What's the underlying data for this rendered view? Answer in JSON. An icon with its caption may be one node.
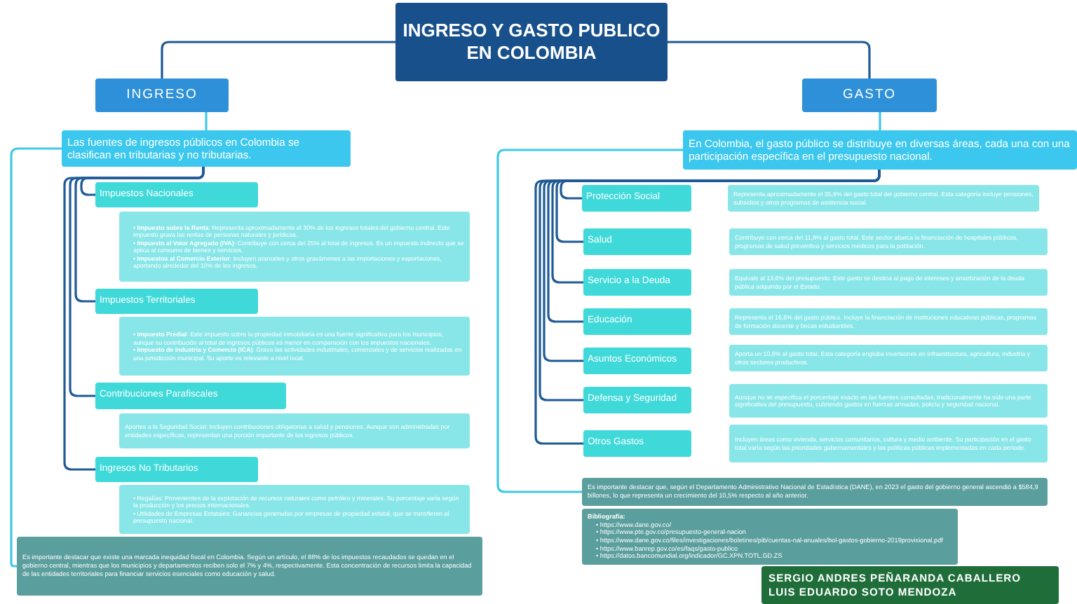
{
  "diagram": {
    "nodes": [
      {
        "text": [
          "INGRESO Y GASTO PUBLICO EN COLOMBIA"
        ]
      },
      {
        "text": [
          "INGRESO"
        ]
      },
      {
        "text": [
          "GASTO"
        ]
      },
      {
        "text": [
          "Las fuentes de ingresos públicos en Colombia se clasifican en tributarias y no tributarias."
        ]
      },
      {
        "text": [
          "Impuestos Nacionales"
        ]
      },
      {
        "text": [
          "• **Impuesto sobre la Renta**: Representa aproximadamente el 30% de los ingresos totales del gobierno central. Este impuesto grava las rentas de personas naturales y jurídicas.",
          "• **Impuesto al Valor Agregado (IVA)**: Contribuye con cerca del 25% al total de ingresos. Es un impuesto indirecto que se aplica al consumo de bienes y servicios.",
          "• **Impuestos al Comercio Exterior**: Incluyen aranceles y otros gravámenes a las importaciones y exportaciones, aportando alrededor del 10% de los ingresos."
        ]
      },
      {
        "text": [
          "Impuestos Territoriales"
        ]
      },
      {
        "text": [
          "• **Impuesto Predial**: Este impuesto sobre la propiedad inmobiliaria es una fuente significativa para los municipios, aunque su contribución al total de ingresos públicos es menor en comparación con los impuestos nacionales.",
          "• **Impuesto de Industria y Comercio (ICA)**: Grava las actividades industriales, comerciales y de servicios realizadas en una jurisdicción municipal. Su aporte es relevante a nivel local."
        ]
      },
      {
        "text": [
          "Contribuciones Parafiscales"
        ]
      },
      {
        "text": [
          "Aportes a la Seguridad Social: Incluyen contribuciones obligatorias a salud y pensiones. Aunque son administradas por entidades específicas, representan una porción importante de los ingresos públicos."
        ]
      },
      {
        "text": [
          "Ingresos No Tributarios"
        ]
      },
      {
        "text": [
          "• Regalías: Provenientes de la explotación de recursos naturales como petróleo y minerales. Su porcentaje varía según la producción y los precios internacionales.",
          "• Utilidades de Empresas Estatales: Ganancias generadas por empresas de propiedad estatal, que se transfieren al presupuesto nacional."
        ]
      },
      {
        "text": [
          "Es importante destacar que existe una marcada inequidad fiscal en Colombia. Según un artículo, el 88% de los impuestos recaudados se quedan en el gobierno central, mientras que los municipios y departamentos reciben solo el 7% y 4%, respectivamente. Esta concentración de recursos limita la capacidad de las entidades territoriales para financiar servicios esenciales como educación y salud."
        ]
      },
      {
        "text": [
          "En Colombia, el gasto público se distribuye en diversas áreas, cada una con una participación específica en el presupuesto nacional."
        ]
      },
      {
        "text": [
          "Protección Social"
        ]
      },
      {
        "text": [
          "Representa aproximadamente el 35,9% del gasto total del gobierno central. Esta categoría incluye pensiones, subsidios y otros programas de asistencia social."
        ]
      },
      {
        "text": [
          "Salud"
        ]
      },
      {
        "text": [
          "Contribuye con cerca del 11,9% al gasto total. Este sector abarca la financiación de hospitales públicos, programas de salud preventiva y servicios médicos para la población."
        ]
      },
      {
        "text": [
          "Servicio a la Deuda"
        ]
      },
      {
        "text": [
          "Equivale al 13,8% del presupuesto. Este gasto se destina al pago de intereses y amortización de la deuda pública adquirida por el Estado."
        ]
      },
      {
        "text": [
          "Educación"
        ]
      },
      {
        "text": [
          "Representa el 16,6% del gasto público. Incluye la financiación de instituciones educativas públicas, programas de formación docente y becas estudiantiles."
        ]
      },
      {
        "text": [
          "Asuntos Económicos"
        ]
      },
      {
        "text": [
          "Aporta un 10,6% al gasto total. Esta categoría engloba inversiones en infraestructura, agricultura, industria y otros sectores productivos."
        ]
      },
      {
        "text": [
          "Defensa y Seguridad"
        ]
      },
      {
        "text": [
          "Aunque no se especifica el porcentaje exacto en las fuentes consultadas, tradicionalmente ha sido una parte significativa del presupuesto, cubriendo gastos en fuerzas armadas, policía y seguridad nacional."
        ]
      },
      {
        "text": [
          "Otros Gastos"
        ]
      },
      {
        "text": [
          "Incluyen áreas como vivienda, servicios comunitarios, cultura y medio ambiente. Su participación en el gasto total varía según las prioridades gubernamentales y las políticas públicas implementadas en cada periodo."
        ]
      },
      {
        "text": [
          "Es importante destacar que, según el Departamento Administrativo Nacional de Estadística (DANE), en 2023 el gasto del gobierno general ascendió a $584,9 billones, lo que representa un crecimiento del 10,5% respecto al año anterior."
        ]
      },
      {
        "text": [
          "Bibliografía:",
          "• https://www.dane.gov.co/",
          "• https://www.pte.gov.co/presupuesto-general-nacion",
          "• https://www.dane.gov.co/files/investigaciones/boletines/pib/cuentas-nal-anuales/bol-gastos-gobierno-2019provisional.pdf",
          "• https://www.banrep.gov.co/es/faqs/gasto-publico",
          "• https://datos.bancomundial.org/indicador/GC.XPN.TOTL.GD.ZS"
        ]
      },
      {
        "text": [
          "SERGIO ANDRES PEÑARANDA CABALLERO",
          "LUIS EDUARDO SOTO MENDOZA"
        ]
      }
    ],
    "edges": [
      {
        "from": 0,
        "to": 1,
        "arrow": "none"
      },
      {
        "from": 0,
        "to": 2,
        "arrow": "none"
      },
      {
        "from": 1,
        "to": 3,
        "arrow": "none",
        "color": "#3fc9e8"
      },
      {
        "from": 2,
        "to": 13,
        "arrow": "none",
        "color": "#3fc9e8"
      },
      {
        "from": 3,
        "to": 4,
        "arrow": "none"
      },
      {
        "from": 3,
        "to": 6,
        "arrow": "none"
      },
      {
        "from": 3,
        "to": 8,
        "arrow": "none"
      },
      {
        "from": 3,
        "to": 10,
        "arrow": "none"
      },
      {
        "from": 3,
        "to": 12,
        "arrow": "none",
        "color": "#3fc9e8"
      },
      {
        "from": 13,
        "to": 14,
        "arrow": "none"
      },
      {
        "from": 13,
        "to": 16,
        "arrow": "none"
      },
      {
        "from": 13,
        "to": 18,
        "arrow": "none"
      },
      {
        "from": 13,
        "to": 20,
        "arrow": "none"
      },
      {
        "from": 13,
        "to": 22,
        "arrow": "none"
      },
      {
        "from": 13,
        "to": 24,
        "arrow": "none"
      },
      {
        "from": 13,
        "to": 26,
        "arrow": "none"
      },
      {
        "from": 13,
        "to": 28,
        "arrow": "none",
        "color": "#3fc9e8"
      }
    ]
  }
}
